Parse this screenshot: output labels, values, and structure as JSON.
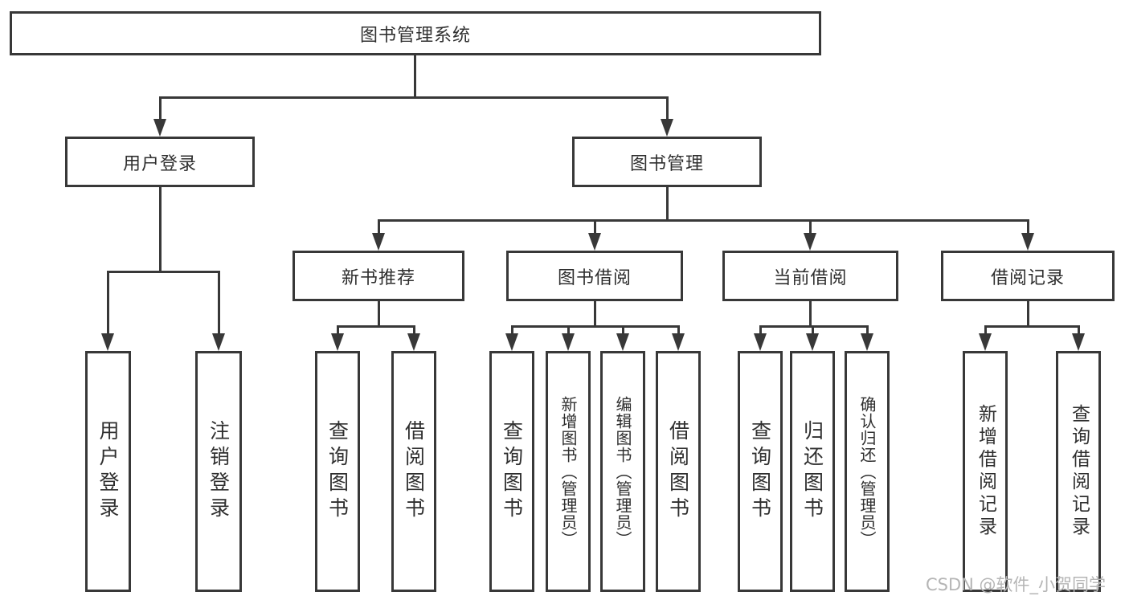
{
  "diagram": {
    "title": "图书管理系统",
    "nodes": {
      "root": "图书管理系统",
      "user_login": "用户登录",
      "book_mgmt": "图书管理",
      "new_book_rec": "新书推荐",
      "book_borrow": "图书借阅",
      "current_borrow": "当前借阅",
      "borrow_records": "借阅记录",
      "leaf_user_login": "用户登录",
      "leaf_logout": "注销登录",
      "leaf_rec_query_books": "查询图书",
      "leaf_rec_borrow_books": "借阅图书",
      "leaf_bb_query_books": "查询图书",
      "leaf_bb_add_books": "新增图书（管理员）",
      "leaf_bb_edit_books": "编辑图书（管理员）",
      "leaf_bb_borrow_books": "借阅图书",
      "leaf_cb_query_books": "查询图书",
      "leaf_cb_return_books": "归还图书",
      "leaf_cb_confirm_return": "确认归还（管理员）",
      "leaf_br_add_record": "新增借阅记录",
      "leaf_br_query_record": "查询借阅记录"
    }
  },
  "watermark": "CSDN @软件_小贺同学",
  "colors": {
    "line": "#383838",
    "text": "#2f2f2f",
    "watermark": "#b5b5b5",
    "background": "#ffffff"
  }
}
